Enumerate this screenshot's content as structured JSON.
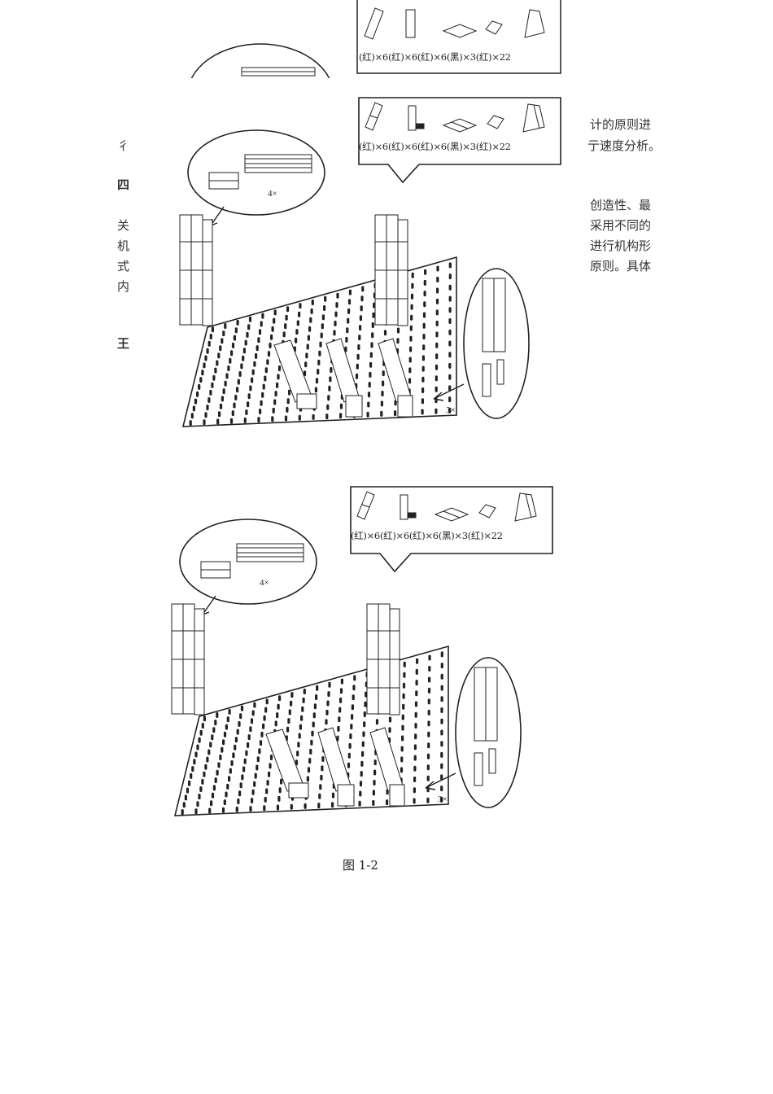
{
  "parts_legend": {
    "labels": [
      "(红)×6",
      "(红)×6",
      "(红)×6",
      "(黑)×3",
      "(红)×22"
    ]
  },
  "callouts": {
    "top_multiplier": "4×",
    "right_multiplier": "3×"
  },
  "right_text_lines": [
    "计的原则进",
    "亍速度分析。",
    "创造性、最",
    "采用不同的",
    "进行机构形",
    "原则。具体"
  ],
  "left_text_fragments": [
    "彳",
    "四",
    "关",
    "机",
    "式",
    "内",
    "王"
  ],
  "caption": "图 1-2"
}
